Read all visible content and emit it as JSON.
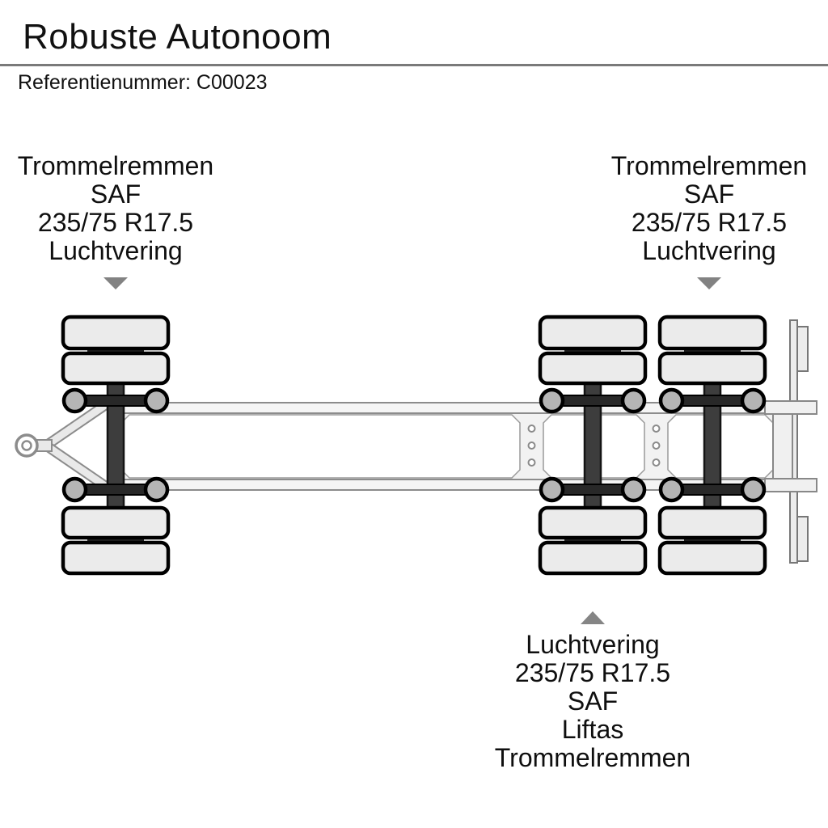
{
  "header": {
    "title": "Robuste Autonoom",
    "reference": "Referentienummer: C00023"
  },
  "annotations": {
    "front_axle": {
      "lines": [
        "Trommelremmen",
        "SAF",
        "235/75 R17.5",
        "Luchtvering"
      ],
      "arrow_direction": "down"
    },
    "rear_axle": {
      "lines": [
        "Trommelremmen",
        "SAF",
        "235/75 R17.5",
        "Luchtvering"
      ],
      "arrow_direction": "down"
    },
    "lift_axle": {
      "lines": [
        "Luchtvering",
        "235/75 R17.5",
        "SAF",
        "Liftas",
        "Trommelremmen"
      ],
      "arrow_direction": "up"
    }
  },
  "diagram": {
    "type": "trailer-chassis-top-view",
    "axle_count": 3,
    "colors": {
      "tire_fill": "#ebebeb",
      "axle_beam": "#3d3d3d",
      "suspension_bellow": "#b5b5b5",
      "frame_fill": "#f5f5f5",
      "frame_stroke": "#8c8c8c",
      "outline": "#000000",
      "arrow": "#858585",
      "divider": "#7a7a7a",
      "text": "#111111"
    }
  }
}
